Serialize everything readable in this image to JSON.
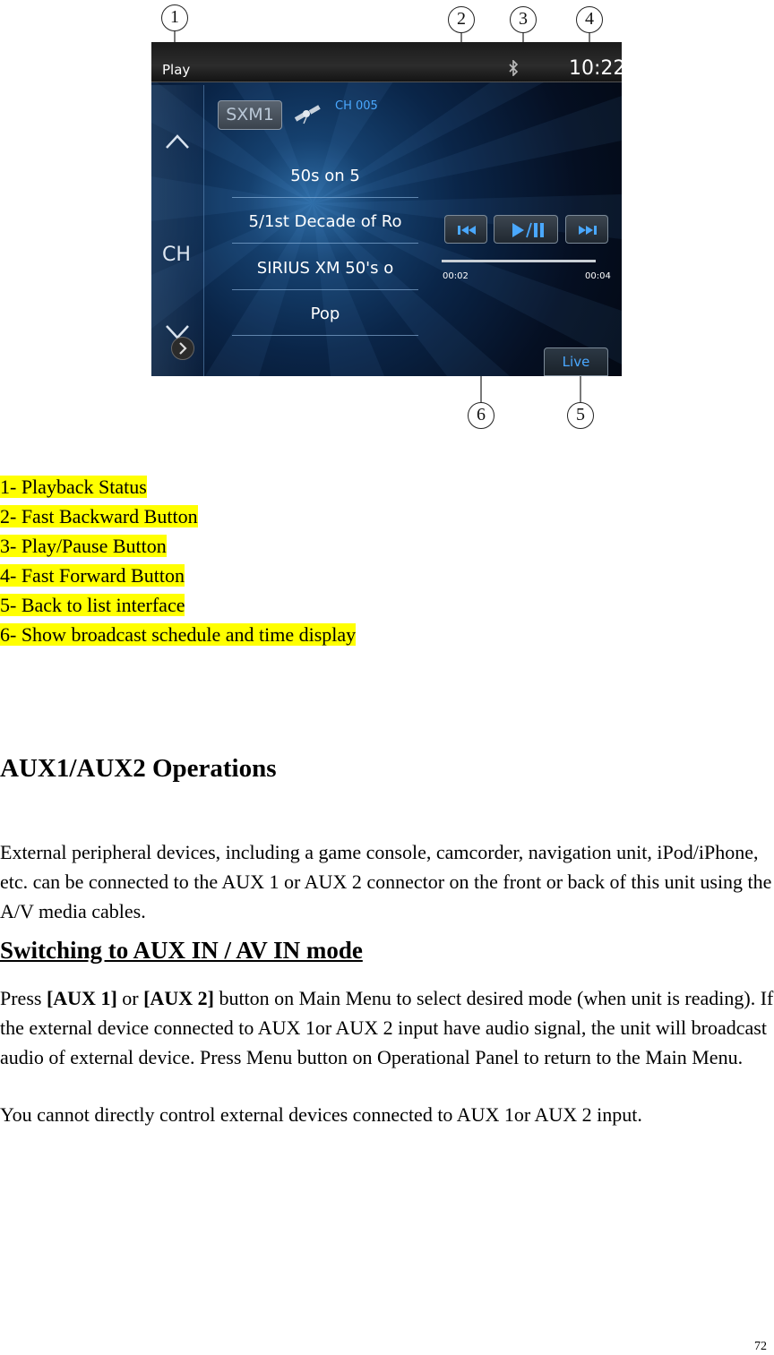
{
  "figure": {
    "callouts": [
      "1",
      "2",
      "3",
      "4",
      "6",
      "5"
    ],
    "screen": {
      "status_label": "Play",
      "clock": "10:22",
      "channel_nav_label": "CH",
      "source_badge": "SXM1",
      "channel_number": "CH 005",
      "channel_lines": [
        "50s on 5",
        "5/1st Decade of Ro",
        "SIRIUS XM 50's o",
        "Pop"
      ],
      "elapsed_time": "00:02",
      "total_time": "00:04",
      "progress_fraction": 0.0,
      "live_label": "Live",
      "icons": [
        "bluetooth-icon",
        "chevron-up-icon",
        "chevron-down-icon",
        "chevron-right-icon",
        "satellite-icon",
        "fast-backward-icon",
        "play-pause-icon",
        "fast-forward-icon"
      ],
      "colors": {
        "accent_blue": "#4aa8ff",
        "text_white": "#ffffff",
        "screen_bg": "#0a2548"
      }
    }
  },
  "legend": [
    "1- Playback Status",
    "2- Fast Backward Button",
    "3- Play/Pause Button",
    "4- Fast Forward Button",
    "5- Back to list interface",
    "6- Show broadcast schedule and time display"
  ],
  "legend_highlight_color": "#ffff00",
  "section": {
    "title": "AUX1/AUX2 Operations",
    "intro": "External peripheral devices, including a game console, camcorder, navigation unit, iPod/iPhone, etc. can be connected to the AUX 1 or AUX 2 connector on the front or back of this unit using the A/V media cables.",
    "subheading": "Switching to AUX IN / AV IN mode",
    "body_press": "Press ",
    "body_aux1": "[AUX 1]",
    "body_or": " or ",
    "body_aux2": "[AUX 2]",
    "body_rest": " button on Main Menu to select desired mode (when unit is reading). If the external device connected to AUX 1or AUX 2 input have audio signal, the unit will broadcast audio of external device. Press Menu button on Operational Panel to return to the Main Menu.",
    "body_note": "You cannot directly control external devices connected to AUX 1or AUX 2 input."
  },
  "page_number": "72"
}
